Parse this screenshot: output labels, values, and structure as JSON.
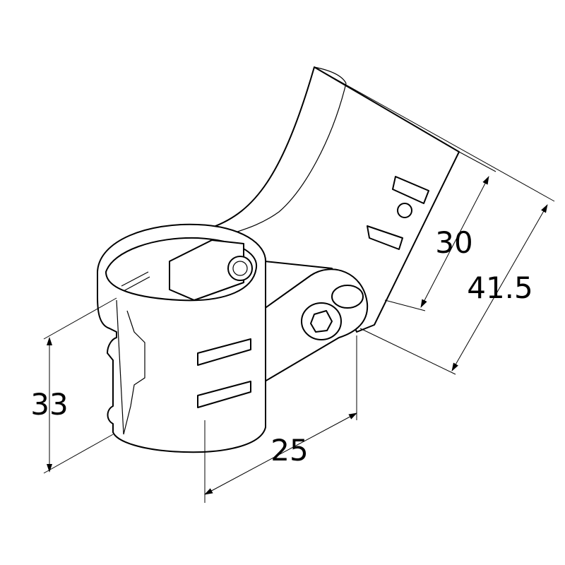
{
  "drawing": {
    "dimensions": {
      "height_left": "33",
      "width_bottom": "25",
      "arm_width": "30",
      "overall_width": "41.5"
    }
  }
}
